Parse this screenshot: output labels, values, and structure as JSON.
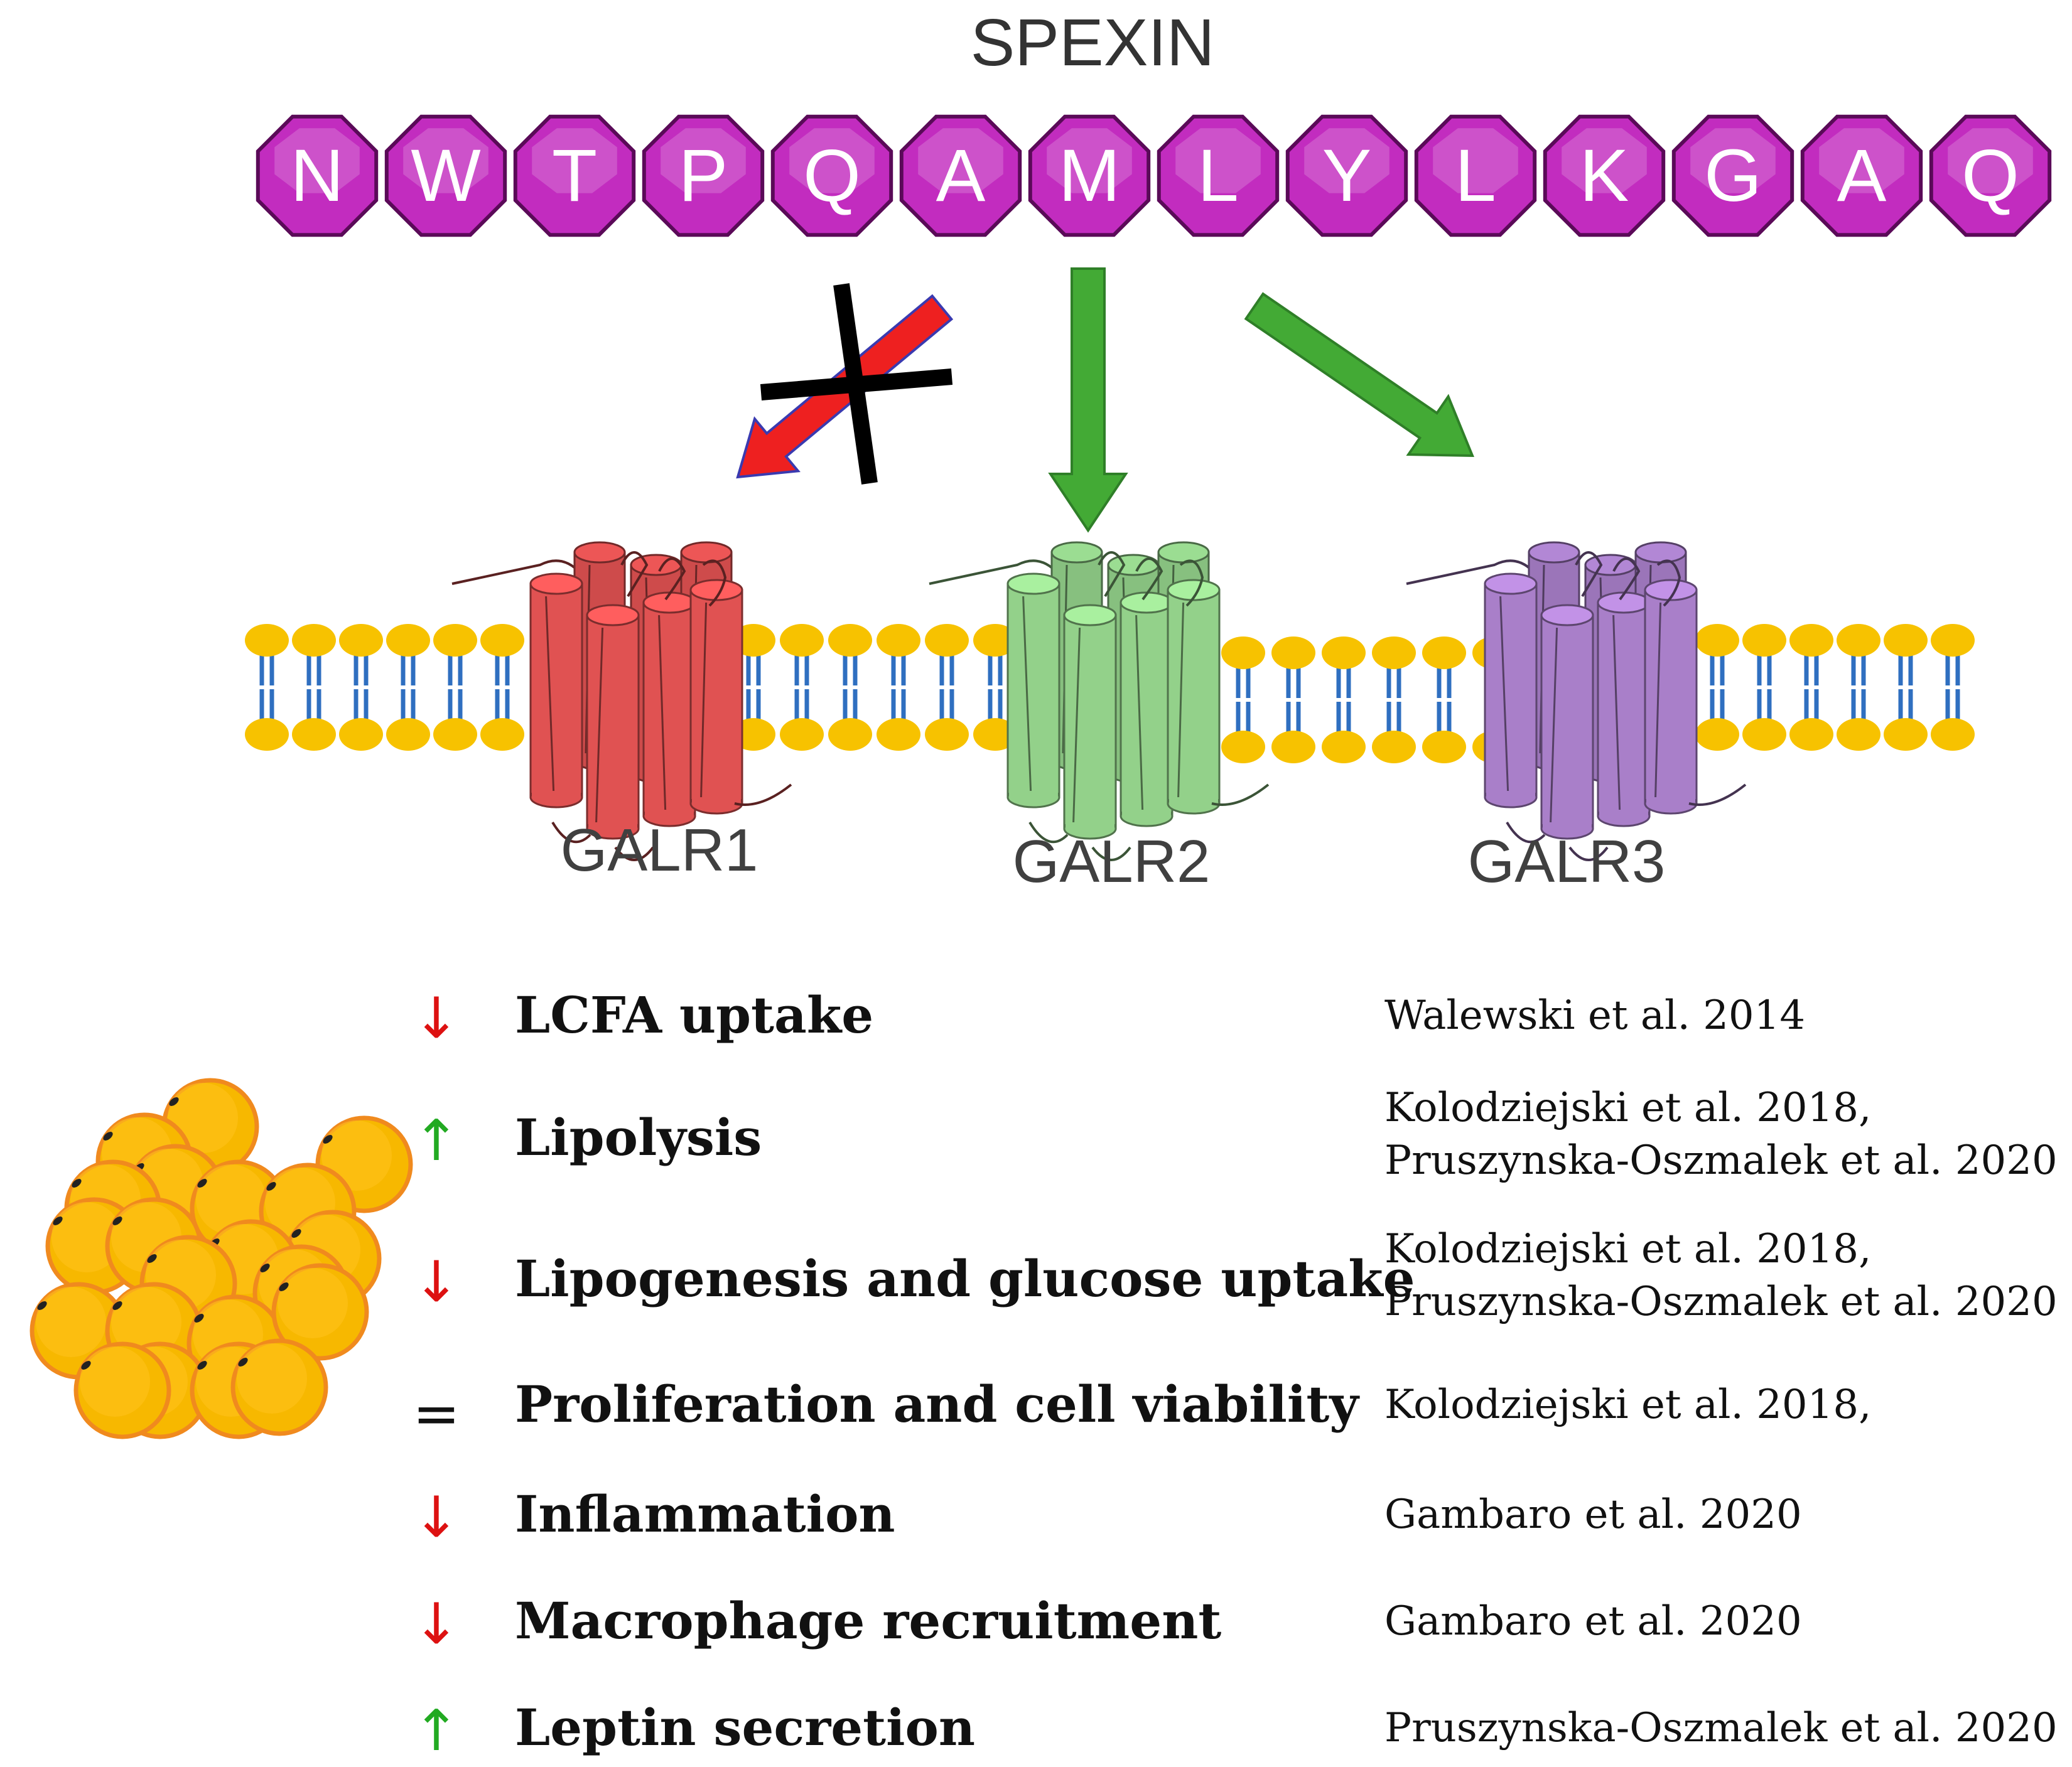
{
  "title": "SPEXIN",
  "sequence": [
    "N",
    "W",
    "T",
    "P",
    "Q",
    "A",
    "M",
    "L",
    "Y",
    "L",
    "K",
    "G",
    "A",
    "Q"
  ],
  "colors": {
    "residue_fill": "#c22cbf",
    "residue_edge": "#5a0a58",
    "galr1": "#e05252",
    "galr2": "#93d18a",
    "galr3": "#a97fc9",
    "arrow_blocked": "#ee2020",
    "arrow_active": "#43aa35",
    "lipid_head": "#f7c200",
    "lipid_tail": "#2f6fc0",
    "adipocyte": "#f7b800",
    "down": "#dd1111",
    "up": "#22aa22"
  },
  "receptors": [
    {
      "label": "GALR1",
      "binding": "blocked"
    },
    {
      "label": "GALR2",
      "binding": "active"
    },
    {
      "label": "GALR3",
      "binding": "active"
    }
  ],
  "effects": [
    {
      "symbol": "↓",
      "direction": "down",
      "text": "LCFA uptake",
      "refs": [
        "Walewski et al. 2014"
      ]
    },
    {
      "symbol": "↑",
      "direction": "up",
      "text": "Lipolysis",
      "refs": [
        "Kolodziejski et al. 2018,",
        "Pruszynska-Oszmalek et al. 2020"
      ]
    },
    {
      "symbol": "↓",
      "direction": "down",
      "text": "Lipogenesis and glucose uptake",
      "refs": [
        "Kolodziejski et al. 2018,",
        "Pruszynska-Oszmalek et al. 2020"
      ]
    },
    {
      "symbol": "=",
      "direction": "none",
      "text": "Proliferation and cell viability",
      "refs": [
        "Kolodziejski et al. 2018,"
      ]
    },
    {
      "symbol": "↓",
      "direction": "down",
      "text": "Inflammation",
      "refs": [
        "Gambaro et al. 2020"
      ]
    },
    {
      "symbol": "↓",
      "direction": "down",
      "text": "Macrophage recruitment",
      "refs": [
        "Gambaro et al. 2020"
      ]
    },
    {
      "symbol": "↑",
      "direction": "up",
      "text": "Leptin secretion",
      "refs": [
        "Pruszynska-Oszmalek et al. 2020"
      ]
    }
  ]
}
